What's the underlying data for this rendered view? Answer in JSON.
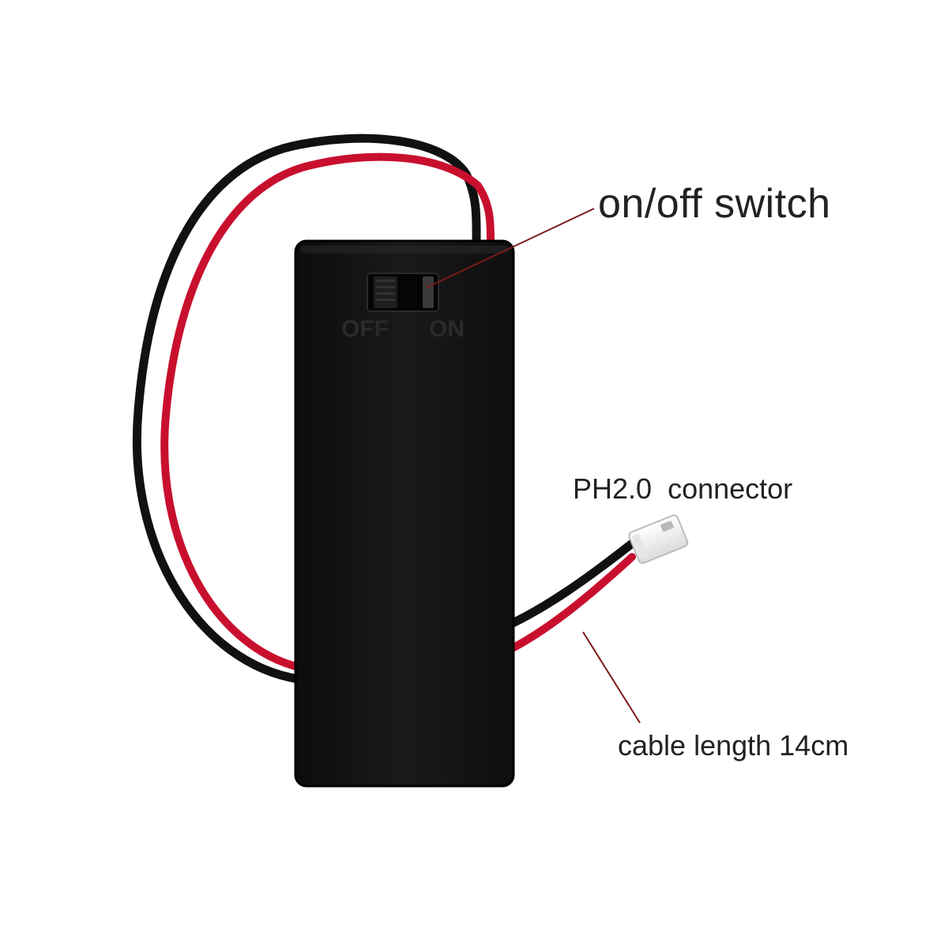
{
  "labels": {
    "switch": "on/off switch",
    "connector_model": "PH2.0",
    "connector_word": "connector",
    "cable": "cable length 14cm"
  },
  "case_markings": {
    "off": "OFF",
    "on": "ON"
  },
  "colors": {
    "background": "#ffffff",
    "case": "#121212",
    "red_wire": "#c8102e",
    "black_wire": "#111111",
    "callout_line": "#7a1a1a",
    "connector": "#f2f2f2"
  }
}
